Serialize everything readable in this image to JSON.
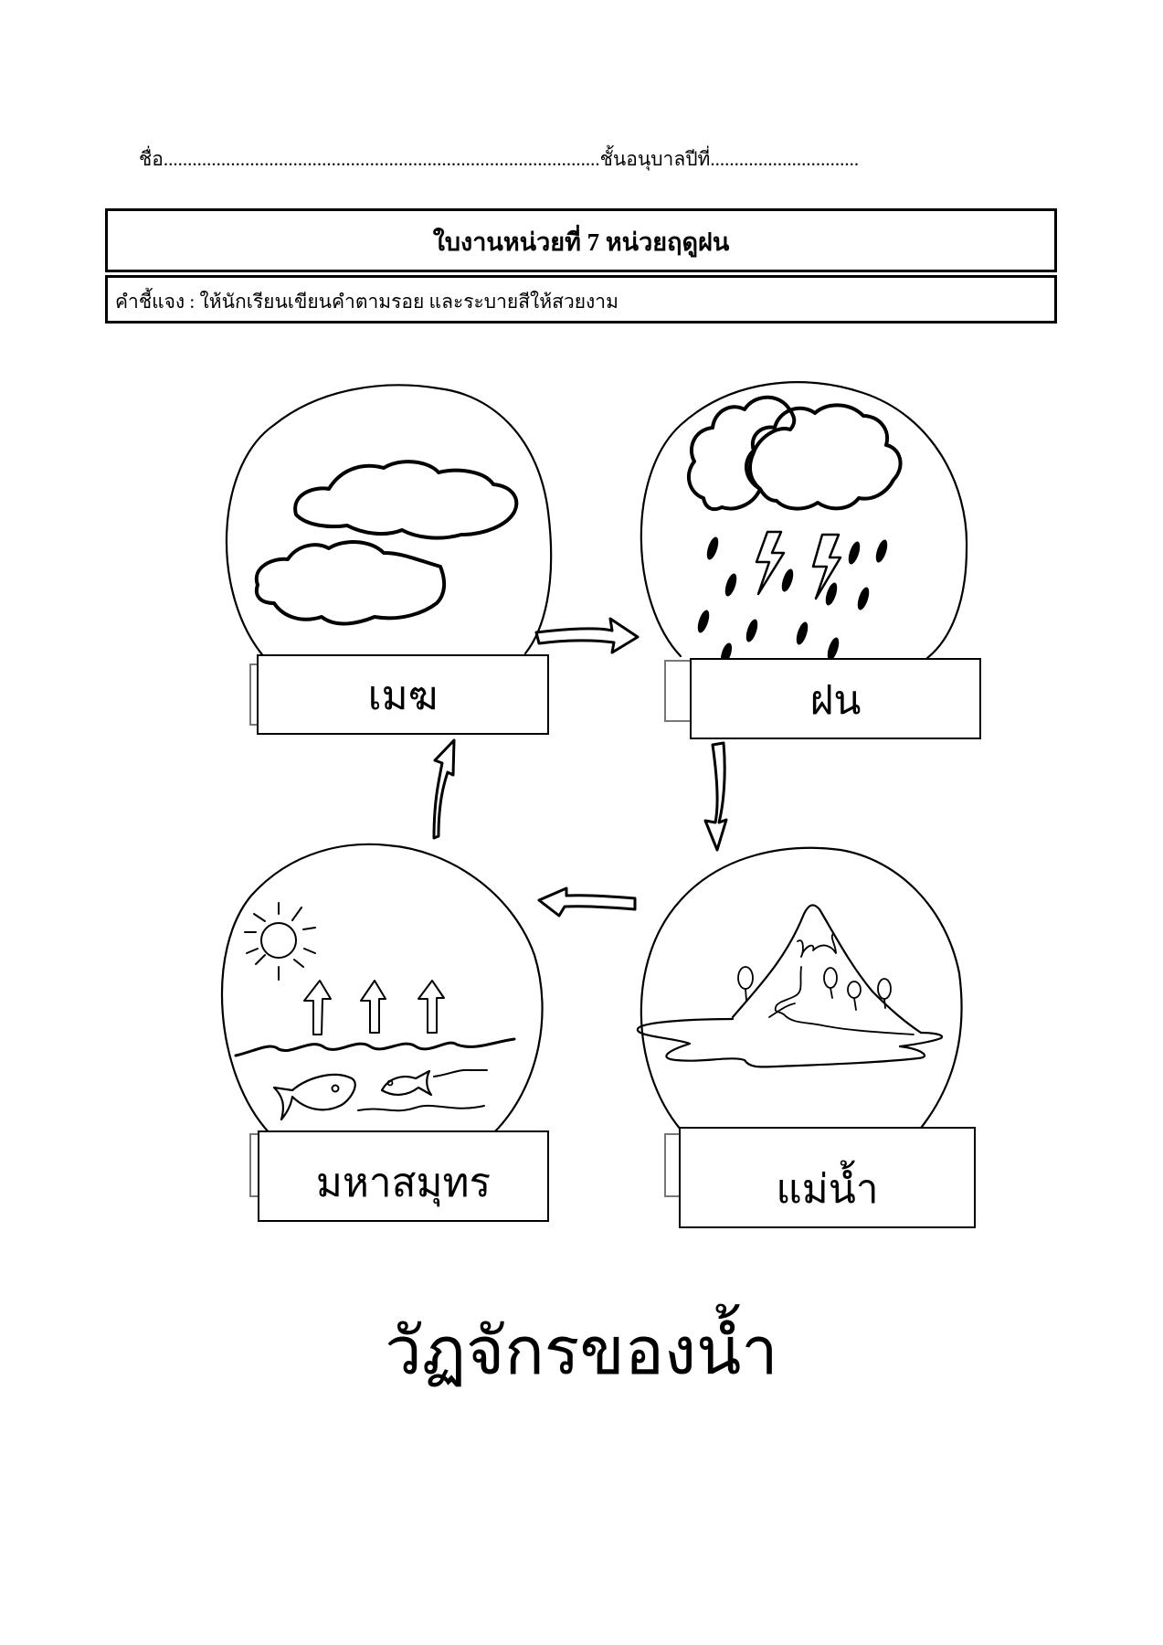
{
  "header": {
    "name_label": "ชื่อ",
    "name_dots": "...........................................................................................",
    "class_label": "ชั้นอนุบาลปีที่",
    "class_dots": "...............................",
    "title": "ใบงานหน่วยที่ 7 หน่วยฤดูฝน",
    "instruction": "คำชี้แจง : ให้นักเรียนเขียนคำตามรอย และระบายสีให้สวยงาม"
  },
  "diagram": {
    "stages": [
      {
        "id": "cloud",
        "label": "เมฆ",
        "icon": "clouds-icon"
      },
      {
        "id": "rain",
        "label": "ฝน",
        "icon": "storm-rain-icon"
      },
      {
        "id": "river",
        "label": "แม่น้ำ",
        "icon": "mountain-river-icon"
      },
      {
        "id": "ocean",
        "label": "มหาสมุทร",
        "icon": "ocean-evaporation-icon"
      }
    ],
    "flow": [
      "เมฆ → ฝน",
      "ฝน → แม่น้ำ",
      "แม่น้ำ → มหาสมุทร",
      "มหาสมุทร → เมฆ"
    ],
    "title": "วัฏจักรของน้ำ"
  }
}
